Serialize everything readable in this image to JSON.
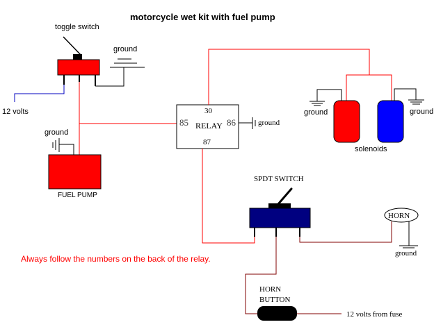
{
  "title": "motorcycle wet kit with fuel pump",
  "colors": {
    "wire_red": "#ff0000",
    "wire_blue": "#0000c0",
    "wire_darkred": "#800000",
    "wire_black": "#000000",
    "toggle_body": "#ff0000",
    "fuel_pump": "#ff0000",
    "solenoid_left": "#ff0000",
    "solenoid_right": "#0000ff",
    "spdt_body": "#000080",
    "horn_button": "#000000",
    "note_text": "#ff0000"
  },
  "toggle_switch": {
    "label": "toggle switch",
    "ground_label": "ground"
  },
  "twelve_volts_label": "12 volts",
  "fuel_pump": {
    "label": "FUEL PUMP",
    "ground_label": "ground"
  },
  "relay": {
    "label": "RELAY",
    "pin_30": "30",
    "pin_85": "85",
    "pin_86": "86",
    "pin_87": "87",
    "ground_label": "ground"
  },
  "solenoids": {
    "label": "solenoids",
    "left_ground_label": "ground",
    "right_ground_label": "ground"
  },
  "spdt_switch": {
    "label": "SPDT SWITCH"
  },
  "horn": {
    "label": "HORN",
    "ground_label": "ground"
  },
  "horn_button": {
    "label_line1": "HORN",
    "label_line2": "BUTTON",
    "supply_label": "12 volts from fuse"
  },
  "note": "Always follow the numbers on the back of the relay."
}
